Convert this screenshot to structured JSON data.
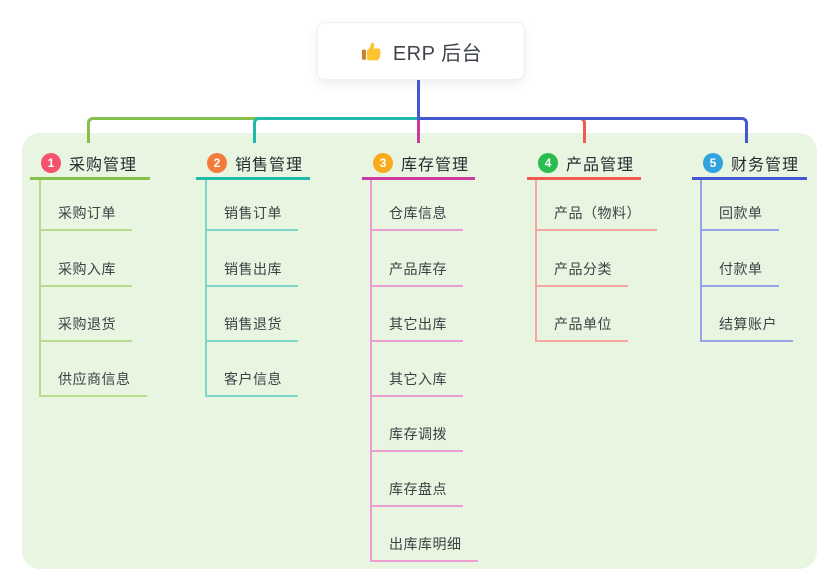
{
  "root": {
    "title": "ERP 后台",
    "icon": "thumbs-up-icon"
  },
  "colors": {
    "panel_bg": "#e8f5e1",
    "stem": "#4456d0",
    "root_card_bg": "#ffffff",
    "topic_text": "#262b31",
    "child_text": "#3e4144"
  },
  "branches": [
    {
      "index": "1",
      "label": "采购管理",
      "color": "#85bf4c",
      "light_color": "#b6da8e",
      "badge_color": "#f4536e",
      "children": [
        "采购订单",
        "采购入库",
        "采购退货",
        "供应商信息"
      ]
    },
    {
      "index": "2",
      "label": "销售管理",
      "color": "#20b9ab",
      "light_color": "#7fd5ca",
      "badge_color": "#f57b3c",
      "children": [
        "销售订单",
        "销售出库",
        "销售退货",
        "客户信息"
      ]
    },
    {
      "index": "3",
      "label": "库存管理",
      "color": "#cc3aa1",
      "light_color": "#eb9cd2",
      "badge_color": "#f8ab1d",
      "children": [
        "仓库信息",
        "产品库存",
        "其它出库",
        "其它入库",
        "库存调拨",
        "库存盘点",
        "出库库明细"
      ]
    },
    {
      "index": "4",
      "label": "产品管理",
      "color": "#f25b52",
      "light_color": "#f8a7a0",
      "badge_color": "#2abc4e",
      "children": [
        "产品（物料）",
        "产品分类",
        "产品单位"
      ]
    },
    {
      "index": "5",
      "label": "财务管理",
      "color": "#4456d0",
      "light_color": "#96a3e6",
      "badge_color": "#33a3df",
      "children": [
        "回款单",
        "付款单",
        "结算账户"
      ]
    }
  ]
}
